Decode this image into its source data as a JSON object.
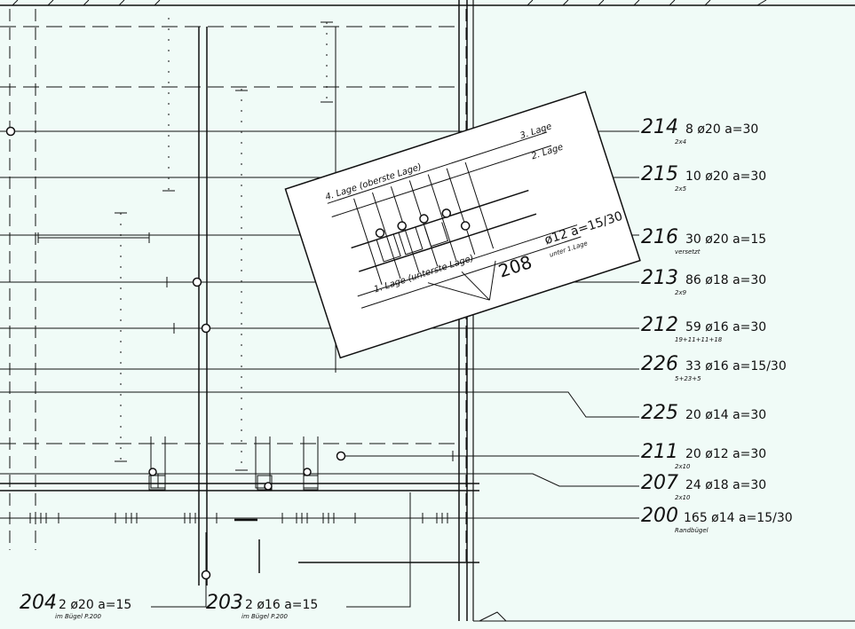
{
  "colors": {
    "paper": "#f0fbf7",
    "ink": "#111111"
  },
  "bars": [
    {
      "pos": "214",
      "spec": "8 ø20  a=30",
      "sub": "2x4"
    },
    {
      "pos": "215",
      "spec": "10 ø20  a=30",
      "sub": "2x5"
    },
    {
      "pos": "216",
      "spec": "30 ø20  a=15",
      "sub": "versetzt"
    },
    {
      "pos": "213",
      "spec": "86 ø18  a=30",
      "sub": "2x9"
    },
    {
      "pos": "212",
      "spec": "59 ø16  a=30",
      "sub": "19+11+11+18"
    },
    {
      "pos": "226",
      "spec": "33 ø16  a=15/30",
      "sub": "5+23+5"
    },
    {
      "pos": "225",
      "spec": "20 ø14  a=30",
      "sub": ""
    },
    {
      "pos": "211",
      "spec": "20 ø12  a=30",
      "sub": "2x10"
    },
    {
      "pos": "207",
      "spec": "24 ø18  a=30",
      "sub": "2x10"
    },
    {
      "pos": "200",
      "spec": "165 ø14  a=15/30",
      "sub": "Randbügel"
    }
  ],
  "bottom": [
    {
      "pos": "204",
      "spec": "2 ø20  a=15",
      "sub": "im Bügel P.200"
    },
    {
      "pos": "203",
      "spec": "2 ø16  a=15",
      "sub": "im Bügel P.200"
    }
  ],
  "inset": {
    "layer4": "4. Lage (oberste Lage)",
    "layer3": "3. Lage",
    "layer2": "2. Lage",
    "layer1": "1. Lage (unterste Lage)",
    "pos": "208",
    "spec": "ø12  a=15/30",
    "sub": "unter 1.Lage"
  }
}
